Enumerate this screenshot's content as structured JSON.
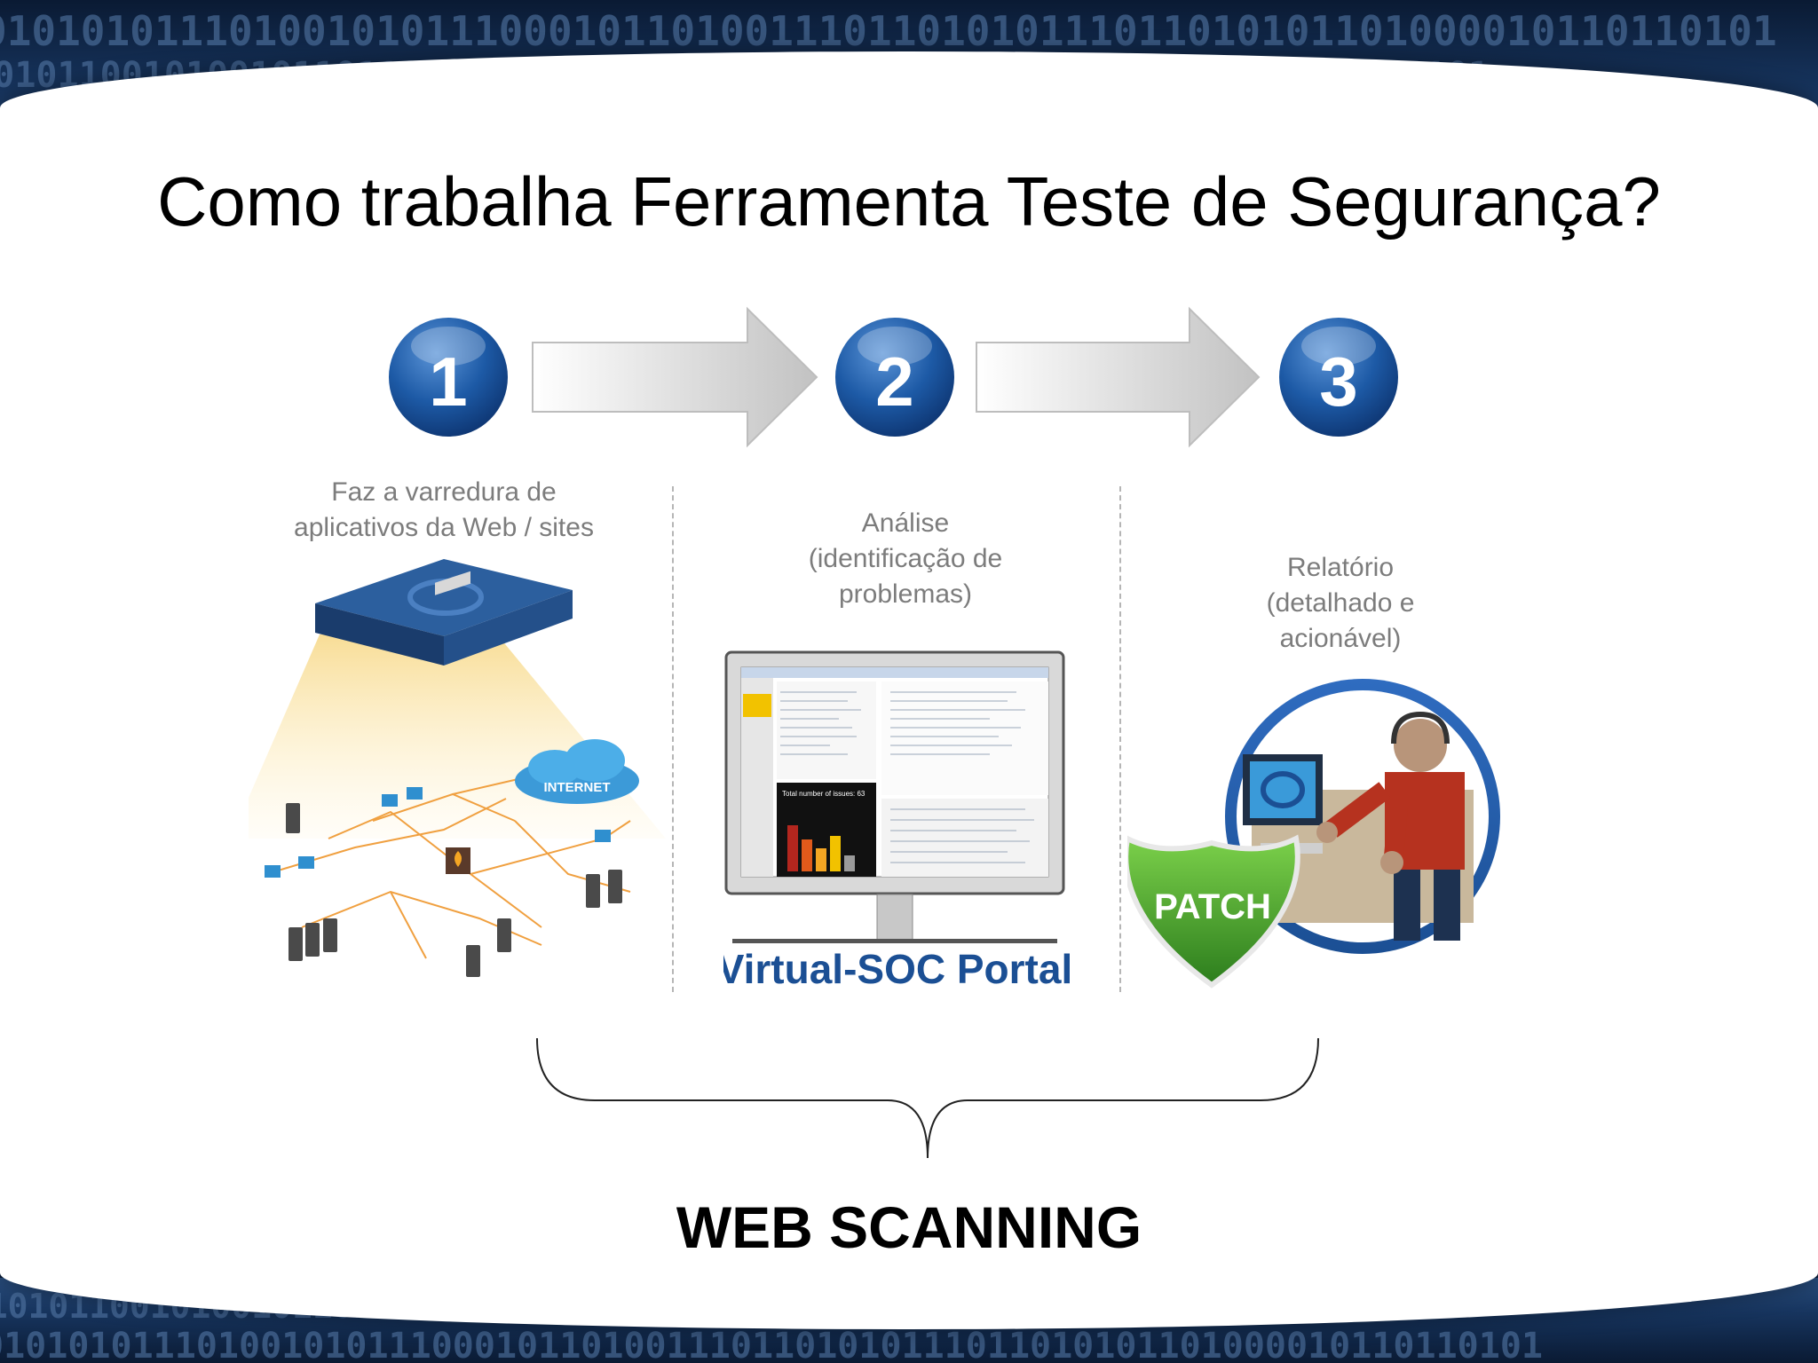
{
  "title": "Como trabalha Ferramenta Teste de Segurança?",
  "steps": [
    {
      "number": "1",
      "label_line1": "Faz a varredura de",
      "label_line2": "aplicativos da Web / sites"
    },
    {
      "number": "2",
      "label_line1": "Análise",
      "label_line2": "(identificação de",
      "label_line3": "problemas)"
    },
    {
      "number": "3",
      "label_line1": "Relatório",
      "label_line2": "(detalhado e",
      "label_line3": "acionável)"
    }
  ],
  "network": {
    "cloud_label": "INTERNET"
  },
  "portal": {
    "caption": "Virtual-SOC Portal",
    "chart_title": "Total number of issues: 63"
  },
  "patch": {
    "label": "PATCH"
  },
  "summary_label": "WEB SCANNING",
  "background_binary_top": "0101010111010010101110001011010011101101010111011010101101000010110110101",
  "background_binary_bottom": "1010101100101001011011010011101010110101010011011011001011101010100101101",
  "colors": {
    "accent_blue": "#1b4f94",
    "arrow_gray": "#c9c9c9",
    "label_gray": "#7c7c7c",
    "patch_green": "#3d9a2a",
    "network_orange": "#f0a040"
  }
}
